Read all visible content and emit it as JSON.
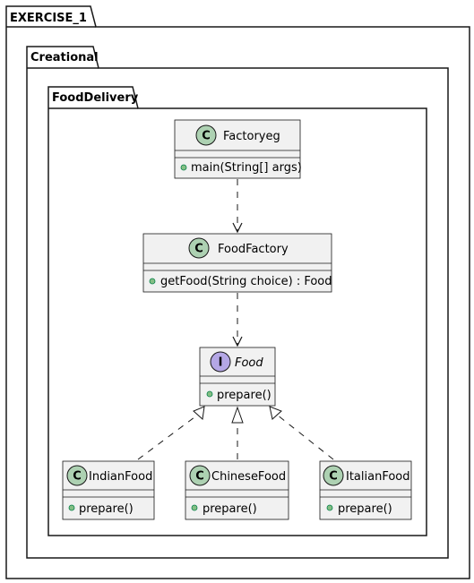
{
  "packages": {
    "outer": {
      "name": "EXERCISE_1"
    },
    "middle": {
      "name": "Creational"
    },
    "inner": {
      "name": "FoodDelivery"
    }
  },
  "classes": {
    "factoryeg": {
      "stereotype": "C",
      "name": "Factoryeg",
      "method": "main(String[] args)"
    },
    "foodfactory": {
      "stereotype": "C",
      "name": "FoodFactory",
      "method": "getFood(String choice) : Food"
    },
    "food": {
      "stereotype": "I",
      "name": "Food",
      "method": "prepare()"
    },
    "indianfood": {
      "stereotype": "C",
      "name": "IndianFood",
      "method": "prepare()"
    },
    "chinesefood": {
      "stereotype": "C",
      "name": "ChineseFood",
      "method": "prepare()"
    },
    "italianfood": {
      "stereotype": "C",
      "name": "ItalianFood",
      "method": "prepare()"
    }
  },
  "colors": {
    "class_fill": "#f1f1f1",
    "border": "#181818",
    "class_badge": "#add1b2",
    "interface_badge": "#b4a7e5",
    "method_dot": "#84be84"
  }
}
